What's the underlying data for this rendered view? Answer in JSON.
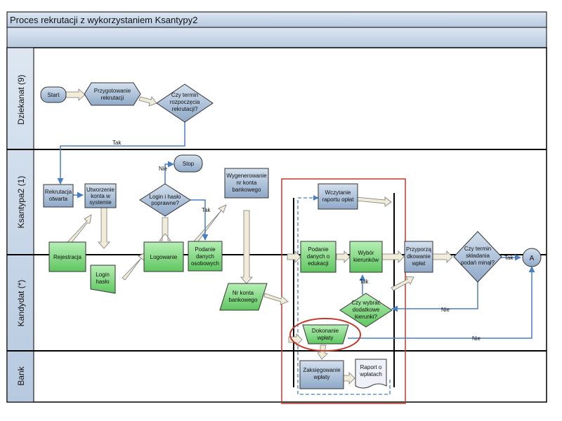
{
  "title": "Proces rekrutacji z wykorzystaniem Ksantypy2",
  "lanes": {
    "dziekanat": "Dziekanat (9)",
    "ksantypa": "Ksantypa2 (1)",
    "kandydat": "Kandydat (*)",
    "bank": "Bank"
  },
  "nodes": {
    "start": "Start",
    "przygotowanie": [
      "Przygotowanie",
      "rekrutacji"
    ],
    "czy_termin_rozp": [
      "Czy termin",
      "rozpoczęcia",
      "rekrutacji?"
    ],
    "stop": "Stop",
    "rekrutacja_otwarta": [
      "Rekrutacja",
      "otwarta"
    ],
    "utworzenie_konta": [
      "Utworzenie",
      "konta w",
      "systemie"
    ],
    "login_haslo_ok": [
      "Login i hasło",
      "poprawne?"
    ],
    "wygenerowanie": [
      "Wygenerowanie",
      "nr konta",
      "bankowego"
    ],
    "wczytanie": [
      "Wczytanie",
      "raportu opłat"
    ],
    "rejestracja": "Rejestracja",
    "logowanie": "Logowanie",
    "podanie_osobowych": [
      "Podanie",
      "danych",
      "osobowych"
    ],
    "podanie_edukacji": [
      "Podanie",
      "danych o",
      "edukacji"
    ],
    "wybor_kierunkow": [
      "Wybór",
      "kierunków"
    ],
    "przyporzadkowanie": [
      "Przyporzą",
      "dkowanie",
      "wpłat"
    ],
    "czy_termin_sklad": [
      "Czy termin",
      "składania",
      "podań minął?"
    ],
    "a_connector": "A",
    "login_haslo": [
      "Login",
      "hasło"
    ],
    "nr_konta": [
      "Nr konta",
      "bankowego"
    ],
    "czy_wybrac": [
      "Czy wybrać",
      "dodatkowe",
      "kierunki?"
    ],
    "dokonanie_wplaty": [
      "Dokonanie",
      "wpłaty"
    ],
    "zaksiegowanie": [
      "Zaksięgowanie",
      "wpłaty"
    ],
    "raport_o_wplatach": [
      "Raport o",
      "wpłatach"
    ]
  },
  "edge_labels": {
    "tak_1": "Tak",
    "nie_1": "Nie",
    "tak_2": "Tak",
    "tak_3": "Tak",
    "tak_4": "Tak",
    "nie_2": "Nie",
    "nie_3": "Nie"
  },
  "colors": {
    "blue_fill": "#a9bfd8",
    "green_fill": "#7fd67f",
    "lane_header": "#c5d5e8",
    "flow_arrow": "#4a7ec4",
    "highlight": "#c0392b"
  }
}
